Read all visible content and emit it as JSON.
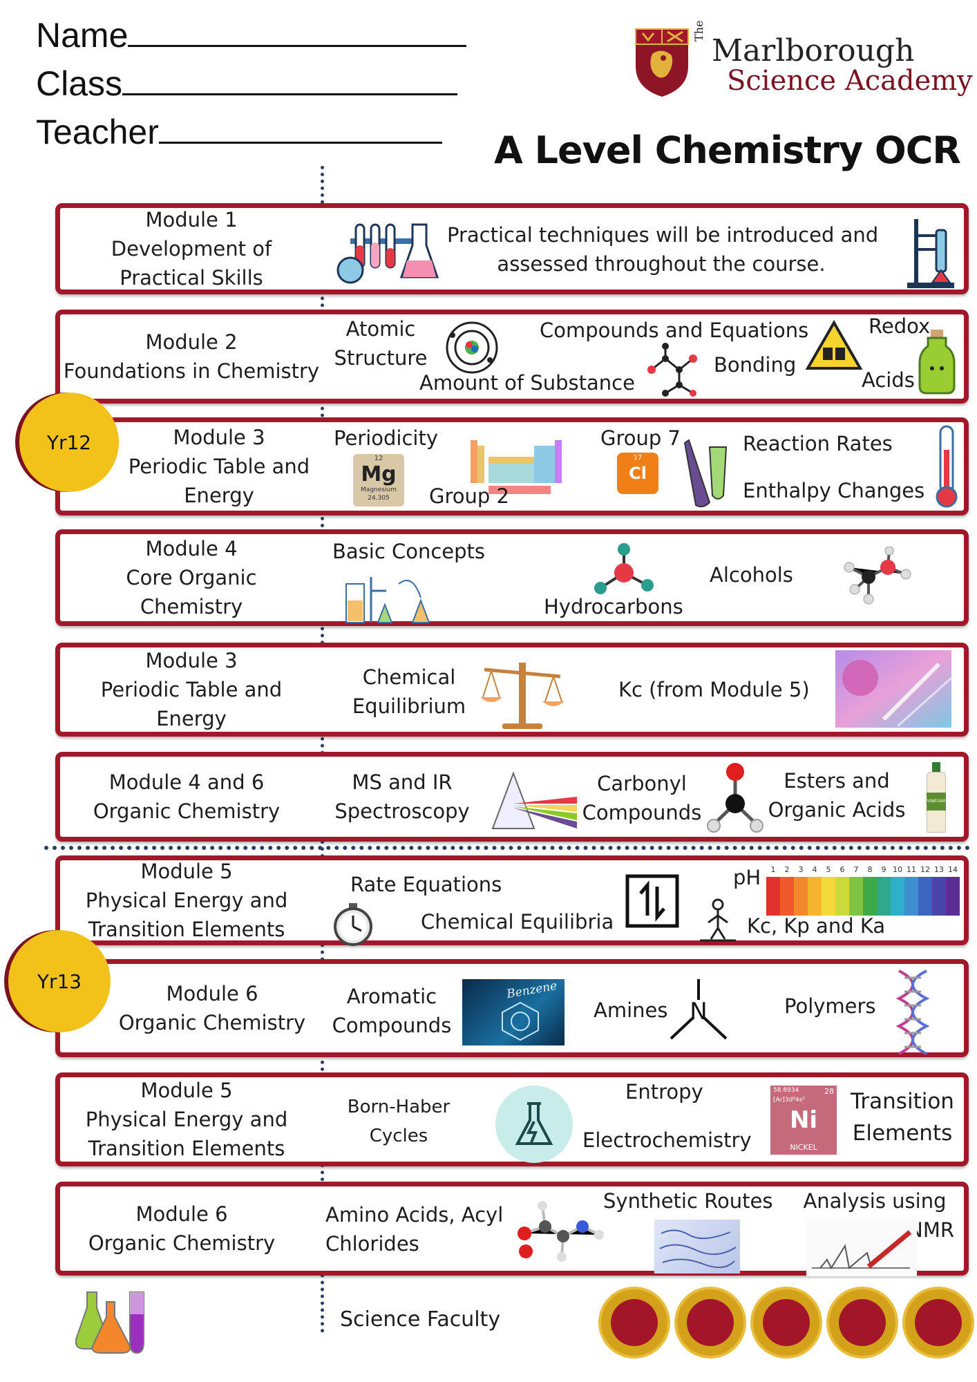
{
  "header": {
    "name_label": "Name",
    "class_label": "Class",
    "teacher_label": "Teacher",
    "school_the": "The",
    "school_line1": "Marlborough",
    "school_line2": "Science Academy",
    "title": "A Level Chemistry OCR"
  },
  "year_badges": {
    "yr12": "Yr12",
    "yr13": "Yr13"
  },
  "rows": [
    {
      "module": [
        "Module 1",
        "Development of",
        "Practical Skills"
      ],
      "text": [
        "Practical techniques will be introduced and",
        "assessed throughout the course."
      ]
    },
    {
      "module": [
        "Module 2",
        "Foundations in Chemistry"
      ],
      "atomic": [
        "Atomic",
        "Structure"
      ],
      "amount": "Amount of Substance",
      "compounds": "Compounds and Equations",
      "bonding": "Bonding",
      "redox": "Redox",
      "acids": "Acids"
    },
    {
      "module": [
        "Module 3",
        "Periodic Table and",
        "Energy"
      ],
      "periodicity": "Periodicity",
      "group2": "Group 2",
      "group7": "Group 7",
      "rates": "Reaction Rates",
      "enthalpy": "Enthalpy Changes",
      "mg_symbol": "Mg",
      "mg_number": "12",
      "mg_name": "Magnesium",
      "mg_mass": "24.305",
      "cl_symbol": "Cl",
      "cl_number": "17"
    },
    {
      "module": [
        "Module 4",
        "Core Organic",
        "Chemistry"
      ],
      "basic": "Basic Concepts",
      "hydrocarbons": "Hydrocarbons",
      "alcohols": "Alcohols"
    },
    {
      "module": [
        "Module 3",
        "Periodic Table and",
        "Energy"
      ],
      "equilibrium": [
        "Chemical",
        "Equilibrium"
      ],
      "kc": "Kc (from Module 5)"
    },
    {
      "module": [
        "Module 4 and 6",
        "Organic Chemistry"
      ],
      "spectro": [
        "MS and IR",
        "Spectroscopy"
      ],
      "carbonyl": [
        "Carbonyl",
        "Compounds"
      ],
      "esters": [
        "Esters and",
        "Organic Acids"
      ],
      "vinegar": "VINEGAR"
    },
    {
      "module": [
        "Module 5",
        "Physical Energy and",
        "Transition Elements"
      ],
      "rate_eq": "Rate Equations",
      "chem_equilibria": "Chemical Equilibria",
      "ph": "pH",
      "kc_kp_ka": "Kc, Kp and Ka",
      "ph_scale": [
        "1",
        "2",
        "3",
        "4",
        "5",
        "6",
        "7",
        "8",
        "9",
        "10",
        "11",
        "12",
        "13",
        "14"
      ],
      "ph_colors": [
        "#e0312e",
        "#ef5a2c",
        "#f4882c",
        "#f6b52f",
        "#f4d93a",
        "#c9dc3b",
        "#7fc444",
        "#3fa84a",
        "#2ea98e",
        "#2fb0c8",
        "#3d8fd0",
        "#3f63c0",
        "#4a45a8",
        "#5a2e93"
      ]
    },
    {
      "module": [
        "Module 6",
        "Organic Chemistry"
      ],
      "aromatic": [
        "Aromatic",
        "Compounds"
      ],
      "benzene": "Benzene",
      "amines": "Amines",
      "amine_n": "N",
      "polymers": "Polymers"
    },
    {
      "module": [
        "Module 5",
        "Physical Energy and",
        "Transition Elements"
      ],
      "born_haber": [
        "Born-Haber",
        "Cycles"
      ],
      "entropy": "Entropy",
      "electrochem": "Electrochemistry",
      "transition": [
        "Transition",
        "Elements"
      ],
      "ni_symbol": "Ni",
      "ni_number": "28",
      "ni_mass": "58.6934",
      "ni_config": "[Ar]3d⁸4s²",
      "ni_name": "NICKEL"
    },
    {
      "module": [
        "Module 6",
        "Organic Chemistry"
      ],
      "amino": [
        "Amino Acids, Acyl",
        "Chlorides"
      ],
      "synthetic": "Synthetic Routes",
      "nmr": [
        "Analysis using",
        "NMR"
      ]
    }
  ],
  "footer": {
    "faculty": "Science Faculty"
  },
  "colors": {
    "border": "#a0182a",
    "badge": "#f2c21b",
    "divider": "#2c3d66"
  }
}
